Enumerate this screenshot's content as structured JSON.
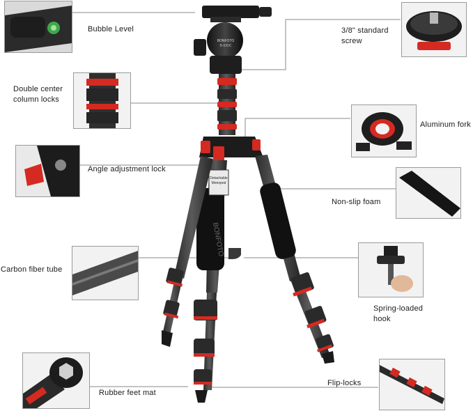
{
  "labels": {
    "bubble_level": "Bubble Level",
    "standard_screw": "3/8\" standard\nscrew",
    "double_center_locks": "Double center\ncolumn locks",
    "aluminum_fork": "Aluminum fork",
    "angle_adjustment_lock": "Angle adjustment lock",
    "non_slip_foam": "Non-slip foam",
    "carbon_fiber_tube": "Carbon fiber tube",
    "spring_loaded_hook": "Spring-loaded\nhook",
    "rubber_feet_mat": "Rubber feet mat",
    "flip_locks": "Flip-locks"
  },
  "product": {
    "brand": "BONFOTO",
    "model": "B-690C",
    "leg_label": "Detachable\nMonopod"
  },
  "colors": {
    "accent_red": "#d42a22",
    "carbon_dark": "#3c3c3c",
    "line_gray": "#8a8a8a"
  }
}
